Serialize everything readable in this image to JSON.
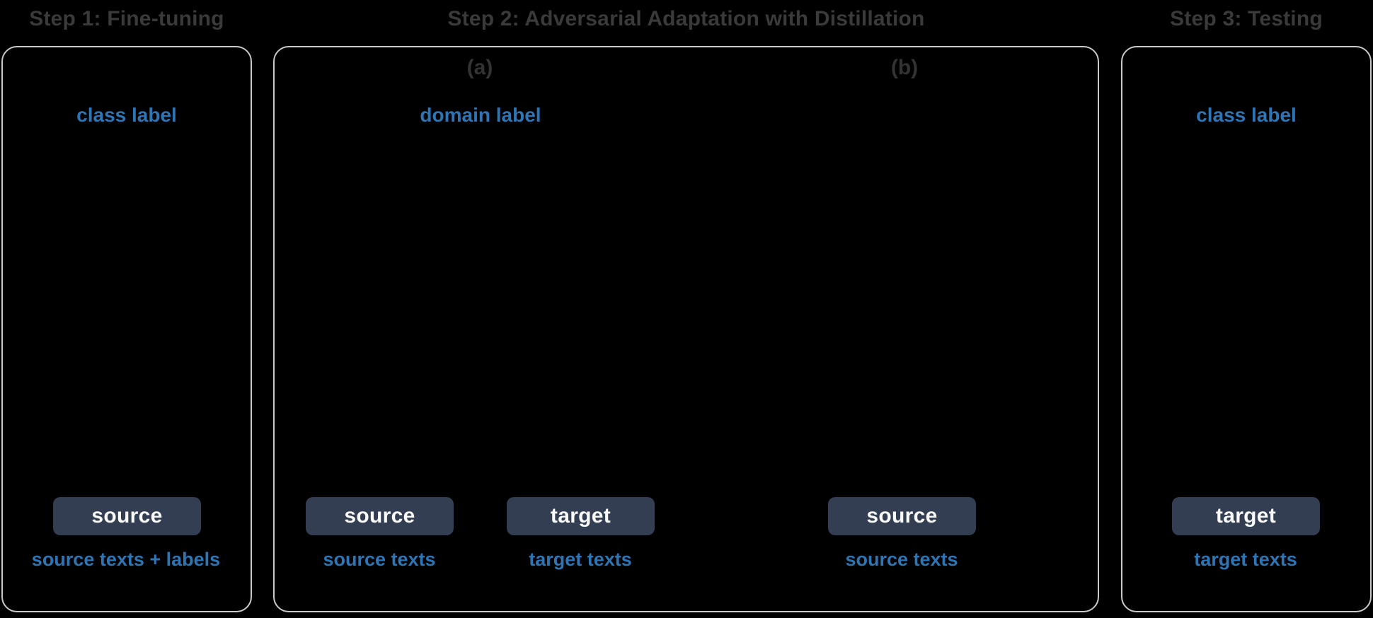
{
  "figure": {
    "description": "Three-step adversarial adaptation with distillation pipeline diagram on black background",
    "colors": {
      "background": "#000000",
      "panel_border": "#c9c9c9",
      "step_title_gray": "#3a3a3a",
      "accent_blue": "#2e75b5",
      "chip_slate": "#333e52",
      "chip_text": "#fafafa"
    }
  },
  "steps": {
    "step1": {
      "title": "Step 1: Fine-tuning"
    },
    "step2": {
      "title": "Step 2: Adversarial Adaptation with Distillation"
    },
    "step3": {
      "title": "Step 3: Testing"
    }
  },
  "panel1": {
    "output_label": "class label",
    "chip": "source",
    "caption": "source texts + labels"
  },
  "panel2": {
    "section_a": "(a)",
    "section_b": "(b)",
    "output_label": "domain label",
    "group_a_source": {
      "chip": "source",
      "caption": "source texts"
    },
    "group_a_target": {
      "chip": "target",
      "caption": "target texts"
    },
    "group_b_source": {
      "chip": "source",
      "caption": "source texts"
    }
  },
  "panel3": {
    "output_label": "class label",
    "chip": "target",
    "caption": "target texts"
  }
}
